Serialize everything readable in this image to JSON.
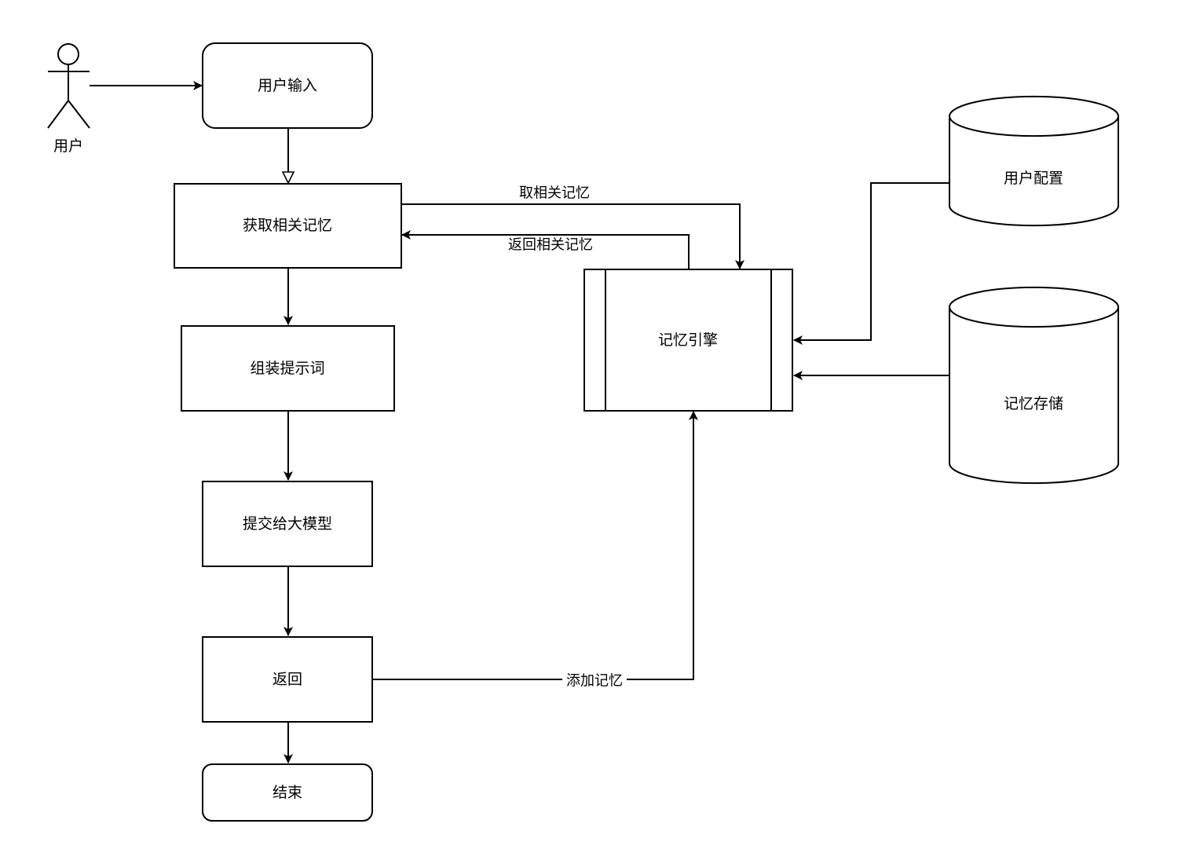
{
  "diagram": {
    "actor": {
      "label": "用户",
      "icon": "stick-figure-actor"
    },
    "nodes": {
      "user_input": {
        "label": "用户输入",
        "shape": "rounded-rect"
      },
      "fetch_memory": {
        "label": "获取相关记忆",
        "shape": "rect"
      },
      "assemble_prompt": {
        "label": "组装提示词",
        "shape": "rect"
      },
      "submit_llm": {
        "label": "提交给大模型",
        "shape": "rect"
      },
      "return": {
        "label": "返回",
        "shape": "rect"
      },
      "end": {
        "label": "结束",
        "shape": "rounded-rect"
      },
      "memory_engine": {
        "label": "记忆引擎",
        "shape": "process"
      },
      "user_config": {
        "label": "用户配置",
        "shape": "cylinder"
      },
      "memory_store": {
        "label": "记忆存储",
        "shape": "cylinder"
      }
    },
    "edges": {
      "actor_to_input": {
        "label": ""
      },
      "input_to_fetch": {
        "label": "",
        "arrow": "open-triangle"
      },
      "fetch_to_engine": {
        "label": "取相关记忆"
      },
      "engine_to_fetch": {
        "label": "返回相关记忆"
      },
      "fetch_to_assemble": {
        "label": ""
      },
      "assemble_to_submit": {
        "label": ""
      },
      "submit_to_return": {
        "label": ""
      },
      "return_to_end": {
        "label": ""
      },
      "return_to_engine": {
        "label": "添加记忆"
      },
      "config_to_engine": {
        "label": ""
      },
      "store_to_engine": {
        "label": ""
      }
    }
  }
}
